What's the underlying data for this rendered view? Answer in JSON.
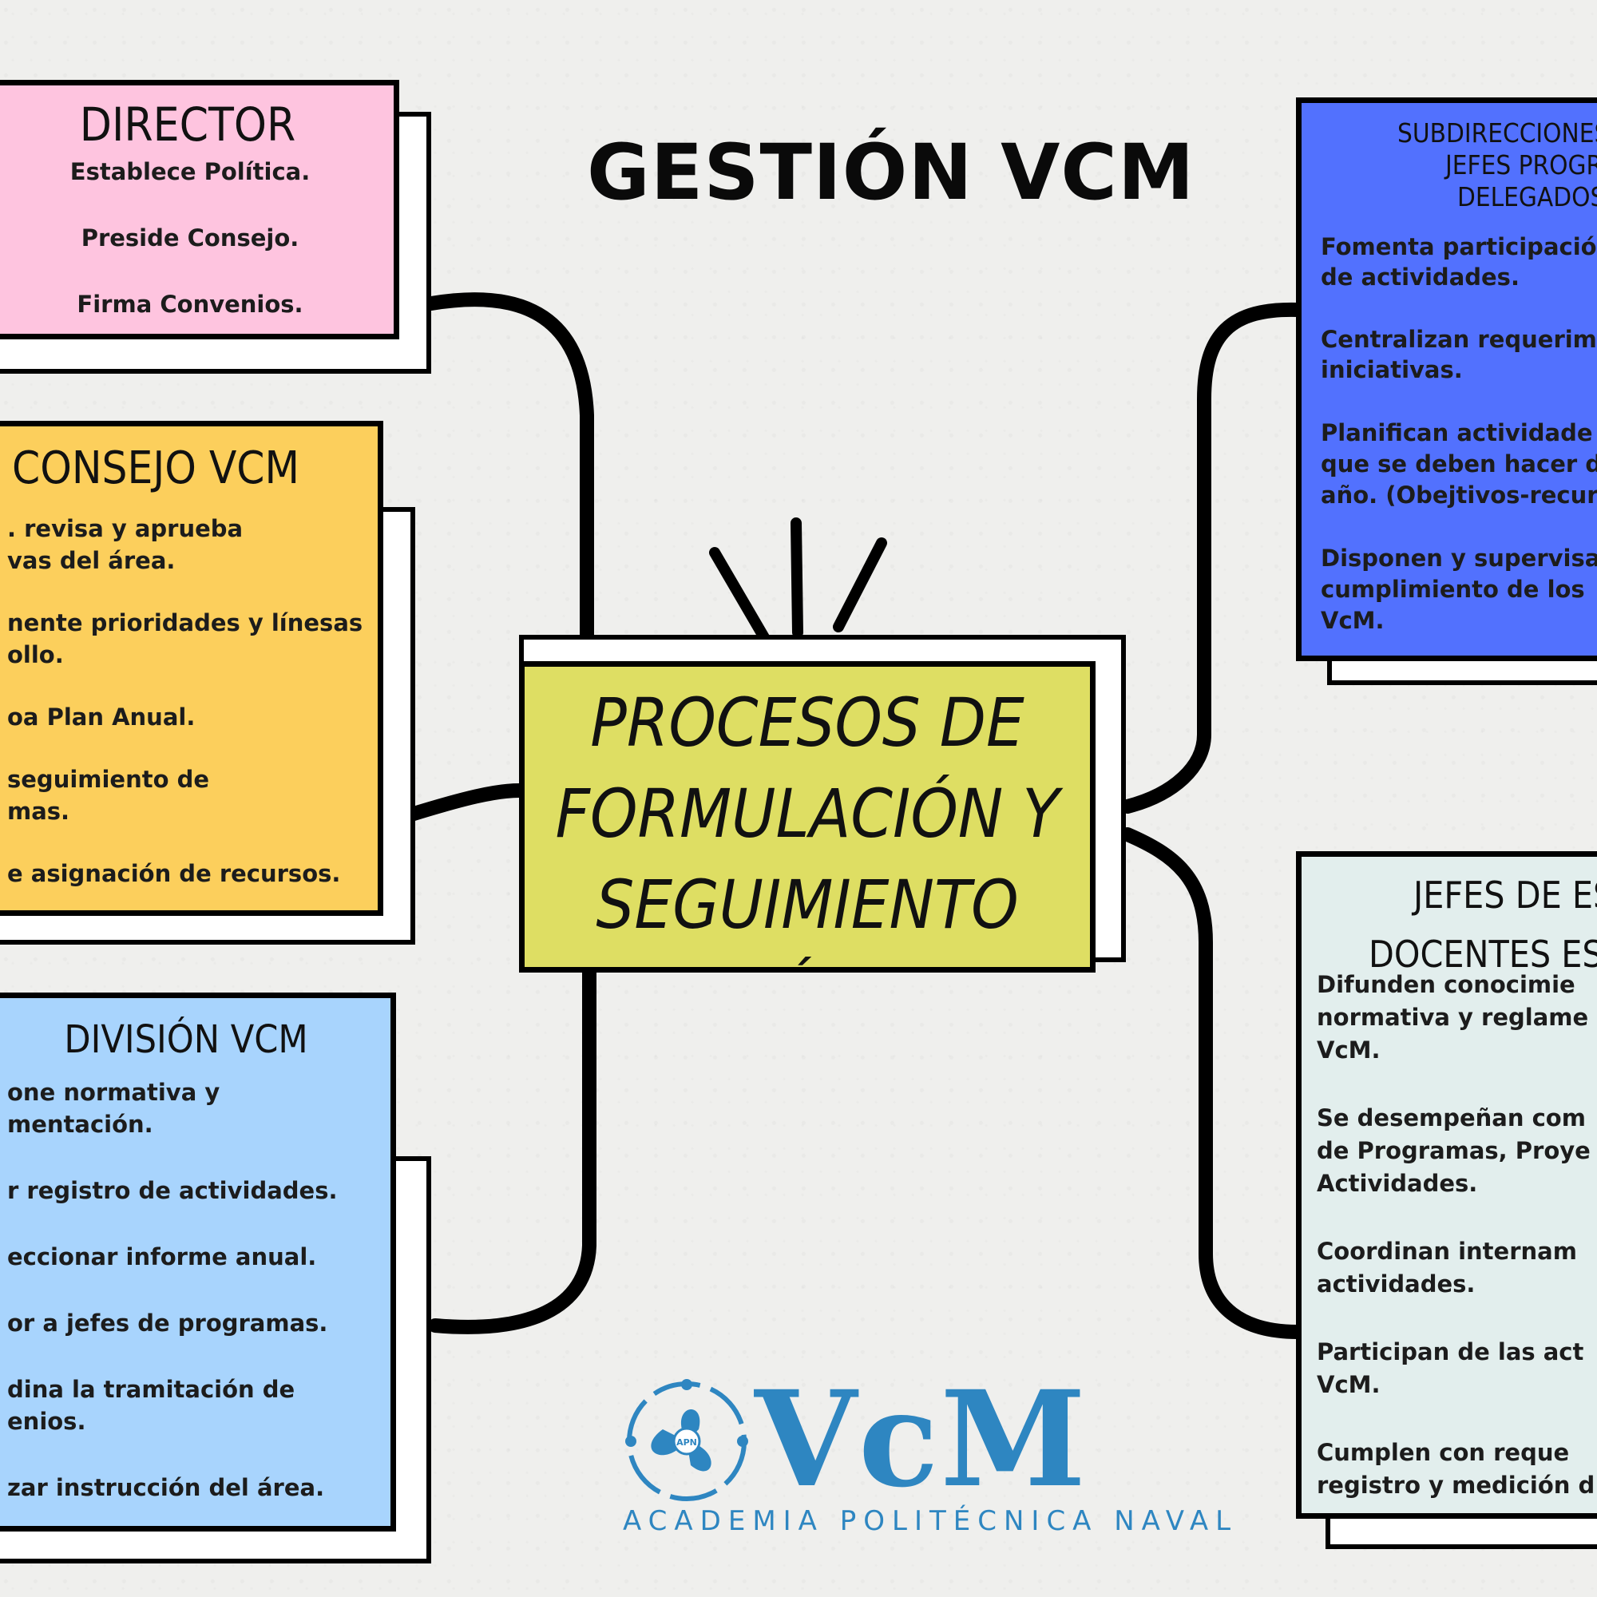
{
  "title": "GESTIÓN VCM",
  "central": {
    "lines": [
      "PROCESOS DE",
      "FORMULACIÓN Y",
      "SEGUIMIENTO",
      "GESTIÓN VCM"
    ]
  },
  "director": {
    "heading": "DIRECTOR",
    "items": [
      "Establece Política.",
      "Preside Consejo.",
      "Firma Convenios."
    ]
  },
  "consejo": {
    "heading": "CONSEJO VCM",
    "items": [
      ". revisa y aprueba",
      "vas del área.",
      "nente prioridades y línesas",
      "ollo.",
      "oa Plan Anual.",
      "seguimiento de",
      "mas.",
      "e asignación de recursos."
    ]
  },
  "division": {
    "heading": "DIVISIÓN VCM",
    "items": [
      "one normativa y",
      "mentación.",
      "r registro de actividades.",
      "eccionar informe anual.",
      "or a jefes de programas.",
      "dina la tramitación de",
      "enios.",
      "zar instrucción del área."
    ]
  },
  "subdirecciones": {
    "heading_lines": [
      "SUBDIRECCIONES JE",
      "JEFES PROGRA",
      "DELEGADOS"
    ],
    "items": [
      "Fomenta participació",
      "de actividades.",
      "Centralizan requerim",
      "iniciativas.",
      "Planifican actividade",
      "que se deben hacer d",
      "año. (Obejtivos-recur",
      "Disponen y supervisa",
      "cumplimiento de los",
      "VcM."
    ]
  },
  "jefes": {
    "heading_lines": [
      "JEFES DE ESC",
      "DOCENTES ESTU"
    ],
    "items": [
      "Difunden conocimie",
      "normativa y reglame",
      "VcM.",
      "Se desempeñan com",
      "de Programas, Proye",
      "Actividades.",
      "Coordinan internam",
      "actividades.",
      "Participan de las act",
      "VcM.",
      "Cumplen con reque",
      "registro y medición d"
    ]
  },
  "logo": {
    "emblem_text": "APN",
    "text": "VcM",
    "subtitle": "ACADEMIA POLITÉCNICA NAVAL",
    "color": "#2e86c1"
  },
  "colors": {
    "director": "#fec4df",
    "consejo": "#fccf5c",
    "division": "#a8d4fd",
    "central": "#dede63",
    "subdirecciones": "#5271fe",
    "jefes": "#e2eeed"
  }
}
